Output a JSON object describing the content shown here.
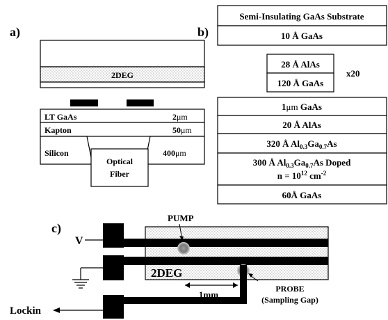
{
  "panel_a": {
    "label": "a)",
    "two_deg_label": "2DEG",
    "layers": {
      "lt_gaas": {
        "name": "LT GaAs",
        "thickness_prefix": "2",
        "thickness_unit": "μm"
      },
      "kapton": {
        "name": "Kapton",
        "thickness_prefix": "50",
        "thickness_unit": "μm"
      },
      "silicon": {
        "name": "Silicon",
        "thickness_prefix": "400",
        "thickness_unit": "μm"
      }
    },
    "fiber_label_line1": "Optical",
    "fiber_label_line2": "Fiber"
  },
  "panel_b": {
    "label": "b)",
    "substrate": "Semi-Insulating GaAs Substrate",
    "layer_10_gaas": "10 Å GaAs",
    "superlattice_alas": "28 Å AlAs",
    "superlattice_gaas": "120 Å GaAs",
    "repeat": "x20",
    "layer_1um_gaas": {
      "num": "1",
      "unit": "μm",
      "material": " GaAs"
    },
    "layer_20_alas": "20 Å AlAs",
    "layer_320": {
      "pre": "320 Å Al",
      "sub1": "0.3",
      "mid": "Ga",
      "sub2": "0.7",
      "post": "As"
    },
    "layer_300": {
      "pre": "300 Å Al",
      "sub1": "0.3",
      "mid": "Ga",
      "sub2": "0.7",
      "post": "As Doped"
    },
    "doping": {
      "pre": "n = 10",
      "sup1": "12",
      "mid": " cm",
      "sup2": "-2"
    },
    "layer_60_gaas": "60Å GaAs"
  },
  "panel_c": {
    "label": "c)",
    "pump_label": "PUMP",
    "v_label": "V",
    "two_deg_label": "2DEG",
    "scale_label": "1mm",
    "probe_label": "PROBE",
    "probe_sub": "(Sampling Gap)",
    "lockin_label": "Lockin"
  }
}
